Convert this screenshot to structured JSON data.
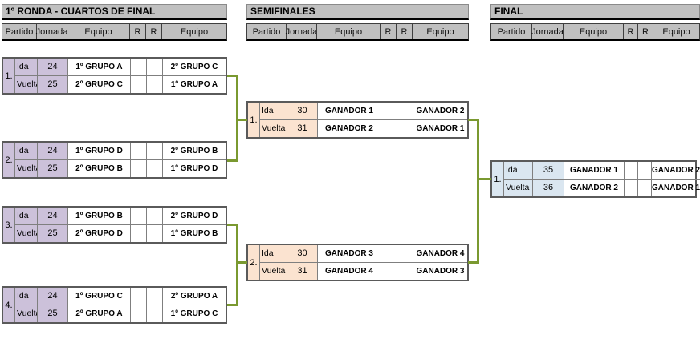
{
  "colors": {
    "section_header_bg": "#c0c0c0",
    "quarterfinal_fill": "#ccc1da",
    "semifinal_fill": "#fbe3d0",
    "final_fill": "#dae6f0",
    "connector_green": "#7a9930"
  },
  "sections": {
    "qf": {
      "title": "1º RONDA - CUARTOS DE FINAL",
      "headers": [
        "Partido",
        "Jornada",
        "Equipo",
        "R",
        "R",
        "Equipo"
      ],
      "matches": [
        {
          "num": "1.",
          "legs": [
            {
              "label": "Ida",
              "jornada": "24",
              "home": "1º GRUPO A",
              "r1": "",
              "r2": "",
              "away": "2º GRUPO C"
            },
            {
              "label": "Vuelta",
              "jornada": "25",
              "home": "2º GRUPO C",
              "r1": "",
              "r2": "",
              "away": "1º GRUPO A"
            }
          ]
        },
        {
          "num": "2.",
          "legs": [
            {
              "label": "Ida",
              "jornada": "24",
              "home": "1º GRUPO D",
              "r1": "",
              "r2": "",
              "away": "2º GRUPO B"
            },
            {
              "label": "Vuelta",
              "jornada": "25",
              "home": "2º GRUPO B",
              "r1": "",
              "r2": "",
              "away": "1º GRUPO D"
            }
          ]
        },
        {
          "num": "3.",
          "legs": [
            {
              "label": "Ida",
              "jornada": "24",
              "home": "1º GRUPO B",
              "r1": "",
              "r2": "",
              "away": "2º GRUPO D"
            },
            {
              "label": "Vuelta",
              "jornada": "25",
              "home": "2º GRUPO D",
              "r1": "",
              "r2": "",
              "away": "1º GRUPO B"
            }
          ]
        },
        {
          "num": "4.",
          "legs": [
            {
              "label": "Ida",
              "jornada": "24",
              "home": "1º GRUPO C",
              "r1": "",
              "r2": "",
              "away": "2º GRUPO A"
            },
            {
              "label": "Vuelta",
              "jornada": "25",
              "home": "2º GRUPO A",
              "r1": "",
              "r2": "",
              "away": "1º GRUPO C"
            }
          ]
        }
      ]
    },
    "sf": {
      "title": "SEMIFINALES",
      "headers": [
        "Partido",
        "Jornada",
        "Equipo",
        "R",
        "R",
        "Equipo"
      ],
      "matches": [
        {
          "num": "1.",
          "legs": [
            {
              "label": "Ida",
              "jornada": "30",
              "home": "GANADOR 1",
              "r1": "",
              "r2": "",
              "away": "GANADOR 2"
            },
            {
              "label": "Vuelta",
              "jornada": "31",
              "home": "GANADOR 2",
              "r1": "",
              "r2": "",
              "away": "GANADOR 1"
            }
          ]
        },
        {
          "num": "2.",
          "legs": [
            {
              "label": "Ida",
              "jornada": "30",
              "home": "GANADOR 3",
              "r1": "",
              "r2": "",
              "away": "GANADOR 4"
            },
            {
              "label": "Vuelta",
              "jornada": "31",
              "home": "GANADOR 4",
              "r1": "",
              "r2": "",
              "away": "GANADOR 3"
            }
          ]
        }
      ]
    },
    "final": {
      "title": "FINAL",
      "headers": [
        "Partido",
        "Jornada",
        "Equipo",
        "R",
        "R",
        "Equipo"
      ],
      "matches": [
        {
          "num": "1.",
          "legs": [
            {
              "label": "Ida",
              "jornada": "35",
              "home": "GANADOR 1",
              "r1": "",
              "r2": "",
              "away": "GANADOR 2"
            },
            {
              "label": "Vuelta",
              "jornada": "36",
              "home": "GANADOR 2",
              "r1": "",
              "r2": "",
              "away": "GANADOR 1"
            }
          ]
        }
      ]
    }
  }
}
